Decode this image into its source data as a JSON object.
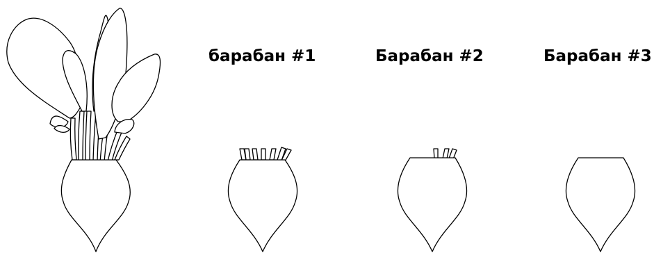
{
  "labels": {
    "drum1": "барабан #1",
    "drum2": "Барабан #2",
    "drum3": "Барабан #3"
  },
  "colors": {
    "stroke": "#000000",
    "fill": "#ffffff"
  }
}
